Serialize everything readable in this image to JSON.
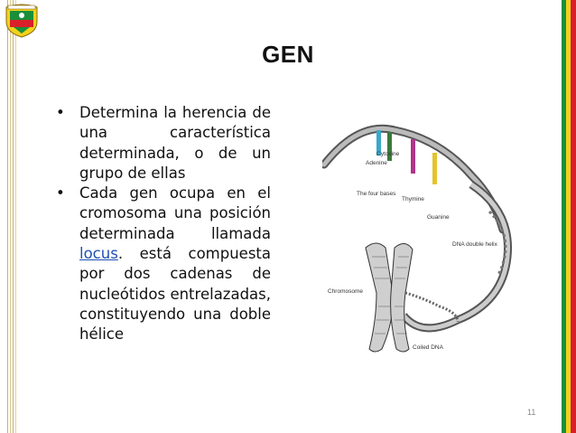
{
  "slide": {
    "title": "GEN",
    "bullets": [
      {
        "text": "Determina la herencia de una característica determinada, o de un grupo de ellas"
      },
      {
        "text_before": "Cada gen ocupa en el cromosoma una posición determinada llamada ",
        "link": "locus",
        "text_after": ". está compuesta por dos cadenas de nucleótidos entrelazadas, constituyendo una doble hélice"
      }
    ],
    "page_number": "11"
  },
  "figure": {
    "labels": {
      "adenine": "Adenine",
      "cytosine": "Cytosine",
      "four_bases": "The four bases",
      "thymine": "Thymine",
      "guanine": "Guanine",
      "dna_double_helix": "DNA double helix",
      "chromosome": "Chromosome",
      "coiled_dna": "Coiled DNA"
    },
    "base_colors": {
      "adenine": "#3aa8c9",
      "cytosine": "#3b7a3b",
      "thymine": "#b0358a",
      "guanine": "#e3c42a"
    }
  },
  "colors": {
    "right_bars": [
      "#1a8f3a",
      "#f2d21a",
      "#d91f2a"
    ]
  }
}
